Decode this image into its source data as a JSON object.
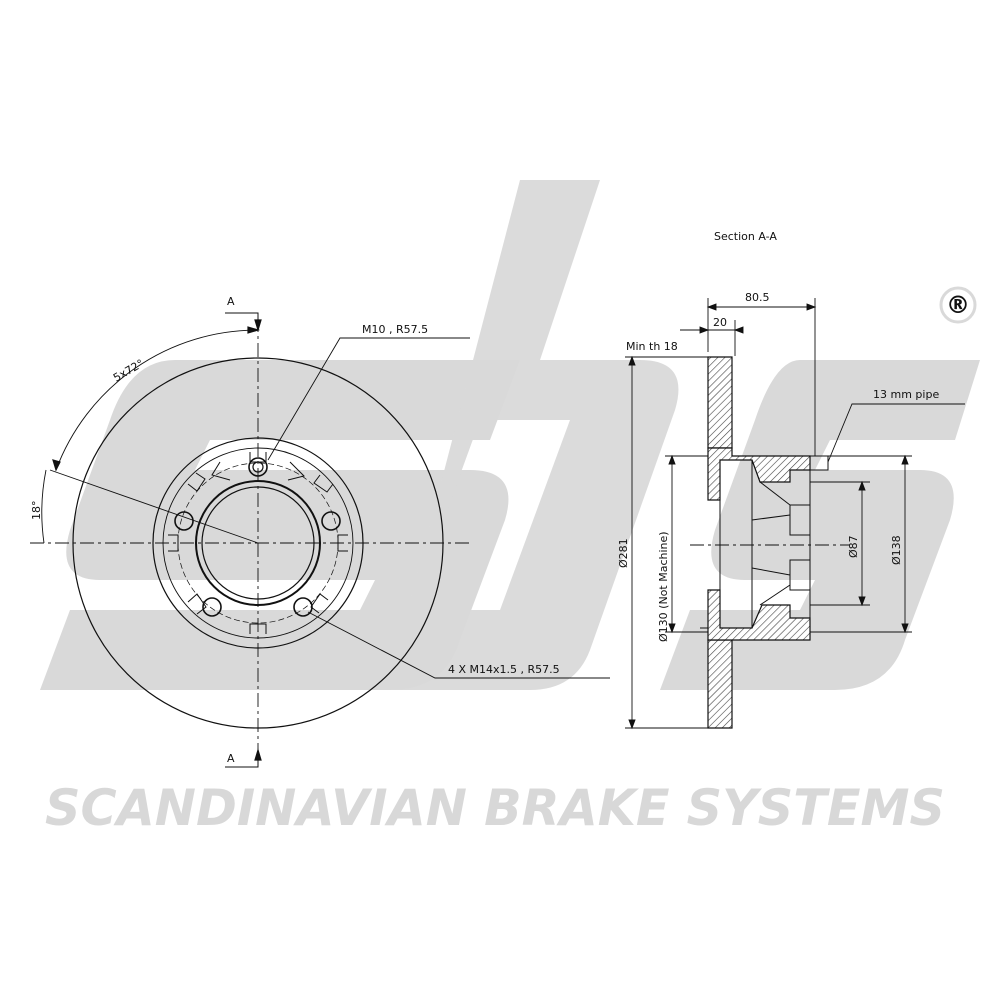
{
  "watermark": {
    "brand": "sbs",
    "registered": "®",
    "company": "SCANDINAVIAN BRAKE SYSTEMS",
    "color": "#d9d9d9"
  },
  "section_title": "Section A-A",
  "section_markers": {
    "top": "A",
    "bottom": "A"
  },
  "front_view": {
    "angle_pattern": "5x72°",
    "offset_angle": "18°",
    "m10_callout": "M10 , R57.5",
    "m14_callout": "4 X M14x1.5 , R57.5"
  },
  "section_view": {
    "width_total": "80.5",
    "hub_width": "20",
    "min_thickness": "Min th 18",
    "pipe_note": "13 mm pipe",
    "dia_outer": "Ø281",
    "dia_hub": "Ø130 (Not Machine)",
    "dia_bore": "Ø87",
    "dia_flange": "Ø138"
  },
  "colors": {
    "line": "#111111",
    "hatch": "#444444"
  }
}
